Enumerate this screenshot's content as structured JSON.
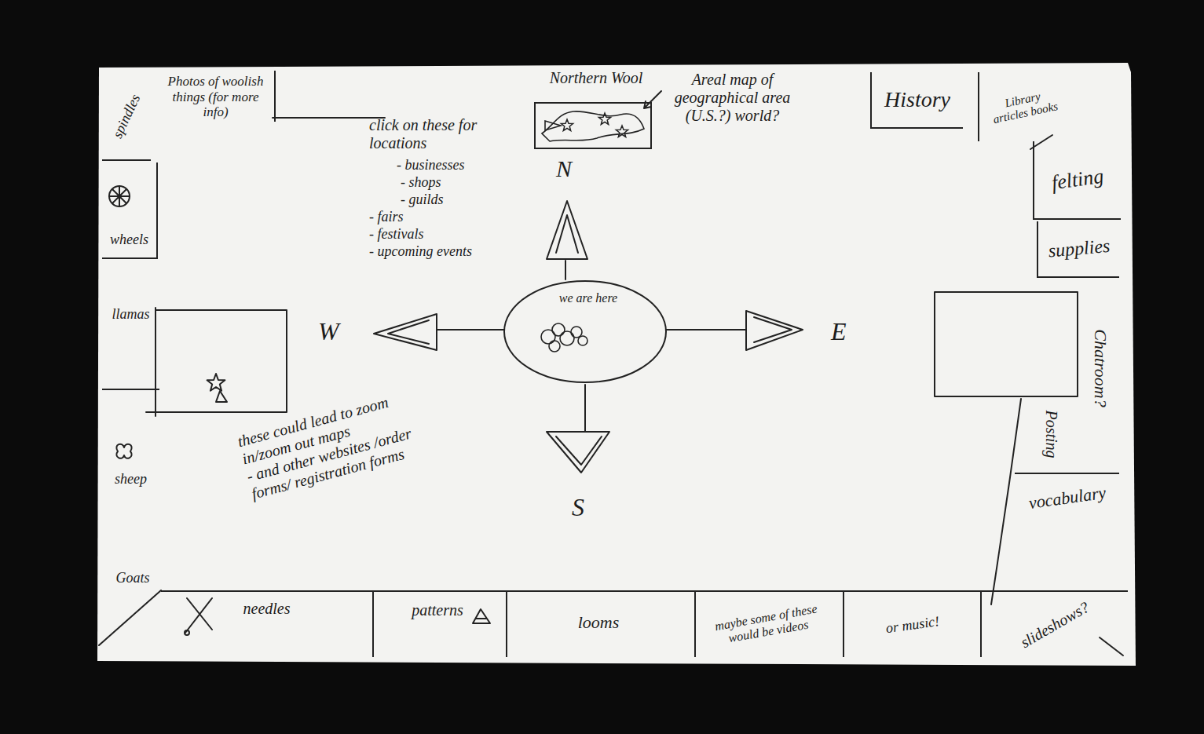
{
  "diagram": {
    "nodes": [
      {
        "text": [
          "spindles"
        ]
      },
      {
        "text": [
          "Photos of woolish things (for more info)"
        ]
      },
      {
        "text": [
          "Northern Wool"
        ]
      },
      {
        "text": [
          "History"
        ]
      },
      {
        "text": [
          "Library articles books"
        ]
      },
      {
        "text": [
          "wheels"
        ]
      },
      {
        "text": [
          "felting"
        ]
      },
      {
        "text": [
          "supplies"
        ]
      },
      {
        "text": [
          "llamas"
        ]
      },
      {
        "text": [
          "we are here"
        ]
      },
      {
        "text": [
          "Chatroom?"
        ]
      },
      {
        "text": [
          "Posting"
        ]
      },
      {
        "text": [
          "sheep"
        ]
      },
      {
        "text": [
          "vocabulary"
        ]
      },
      {
        "text": [
          "Goats"
        ]
      },
      {
        "text": [
          "needles"
        ]
      },
      {
        "text": [
          "patterns"
        ]
      },
      {
        "text": [
          "looms"
        ]
      },
      {
        "text": [
          "maybe some of these would be videos"
        ]
      },
      {
        "text": [
          "or music!"
        ]
      },
      {
        "text": [
          "slideshows?"
        ]
      }
    ],
    "labels": [
      "Areal map of geographical area (U.S.?) world?",
      "click on these for locations",
      "- businesses",
      "- shops",
      "- guilds",
      "- fairs",
      "- festivals",
      "- upcoming events",
      "N",
      "W",
      "E",
      "S",
      "these could lead to zoom in/zoom out maps",
      "- and other websites /order forms/ registration forms"
    ]
  }
}
